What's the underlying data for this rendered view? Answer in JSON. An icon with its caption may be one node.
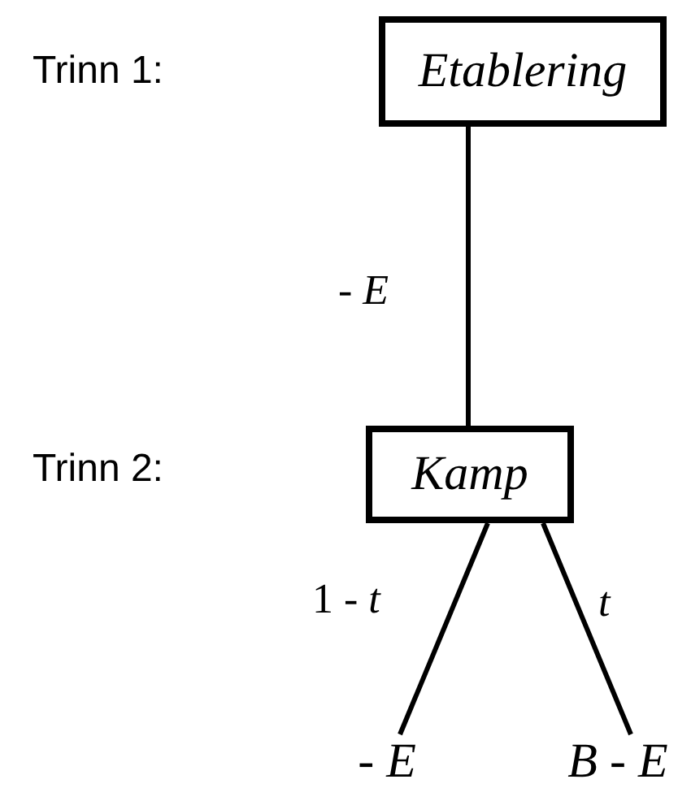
{
  "diagram": {
    "nodes": [
      {
        "text": [
          "Etablering"
        ]
      },
      {
        "text": [
          "Kamp"
        ]
      },
      {
        "text": [
          "- *E*"
        ]
      },
      {
        "text": [
          "*B* - *E*"
        ]
      }
    ],
    "edges": [
      {
        "from": 0,
        "to": 1,
        "arrow": "none",
        "label": "- *E*"
      },
      {
        "from": 1,
        "to": 2,
        "arrow": "none",
        "label": "1 - *t*"
      },
      {
        "from": 1,
        "to": 3,
        "arrow": "none",
        "label": "*t*"
      }
    ],
    "labels": [
      "Trinn 1:",
      "Trinn 2:"
    ]
  }
}
